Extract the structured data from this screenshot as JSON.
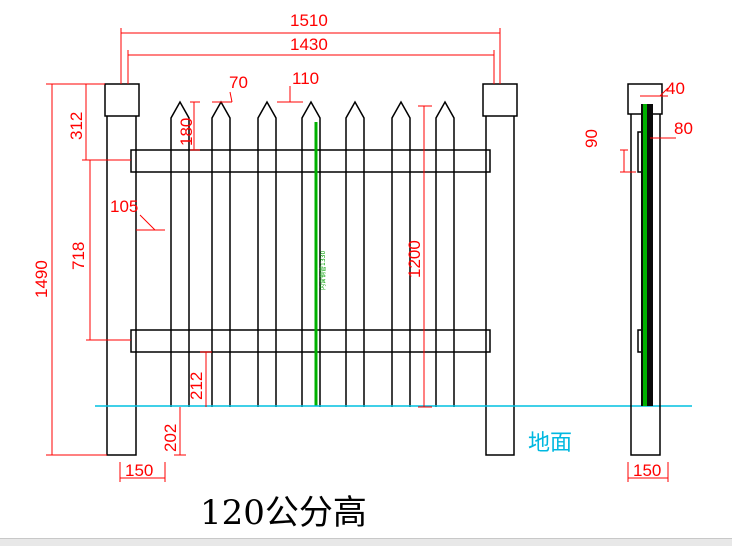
{
  "dims": {
    "total_width": "1510",
    "inner_width": "1430",
    "picket_width": "70",
    "picket_gap": "110",
    "tip_height": "180",
    "post_top_offset": "312",
    "rail_spacing": "718",
    "post_total_height": "1490",
    "picket_height": "1200",
    "rail_thickness_left": "105",
    "bottom_clearance": "212",
    "buried_depth": "202",
    "post_width_front": "150",
    "side_top": "40",
    "side_rail": "90",
    "side_picket": "80",
    "side_post_width": "150",
    "green_label": "内含钢管1330"
  },
  "ground_label": "地面",
  "caption": "120公分高",
  "colors": {
    "dimension": "#ff0000",
    "ground": "#00c0e0",
    "steel": "#00a000",
    "lines": "#000000"
  }
}
